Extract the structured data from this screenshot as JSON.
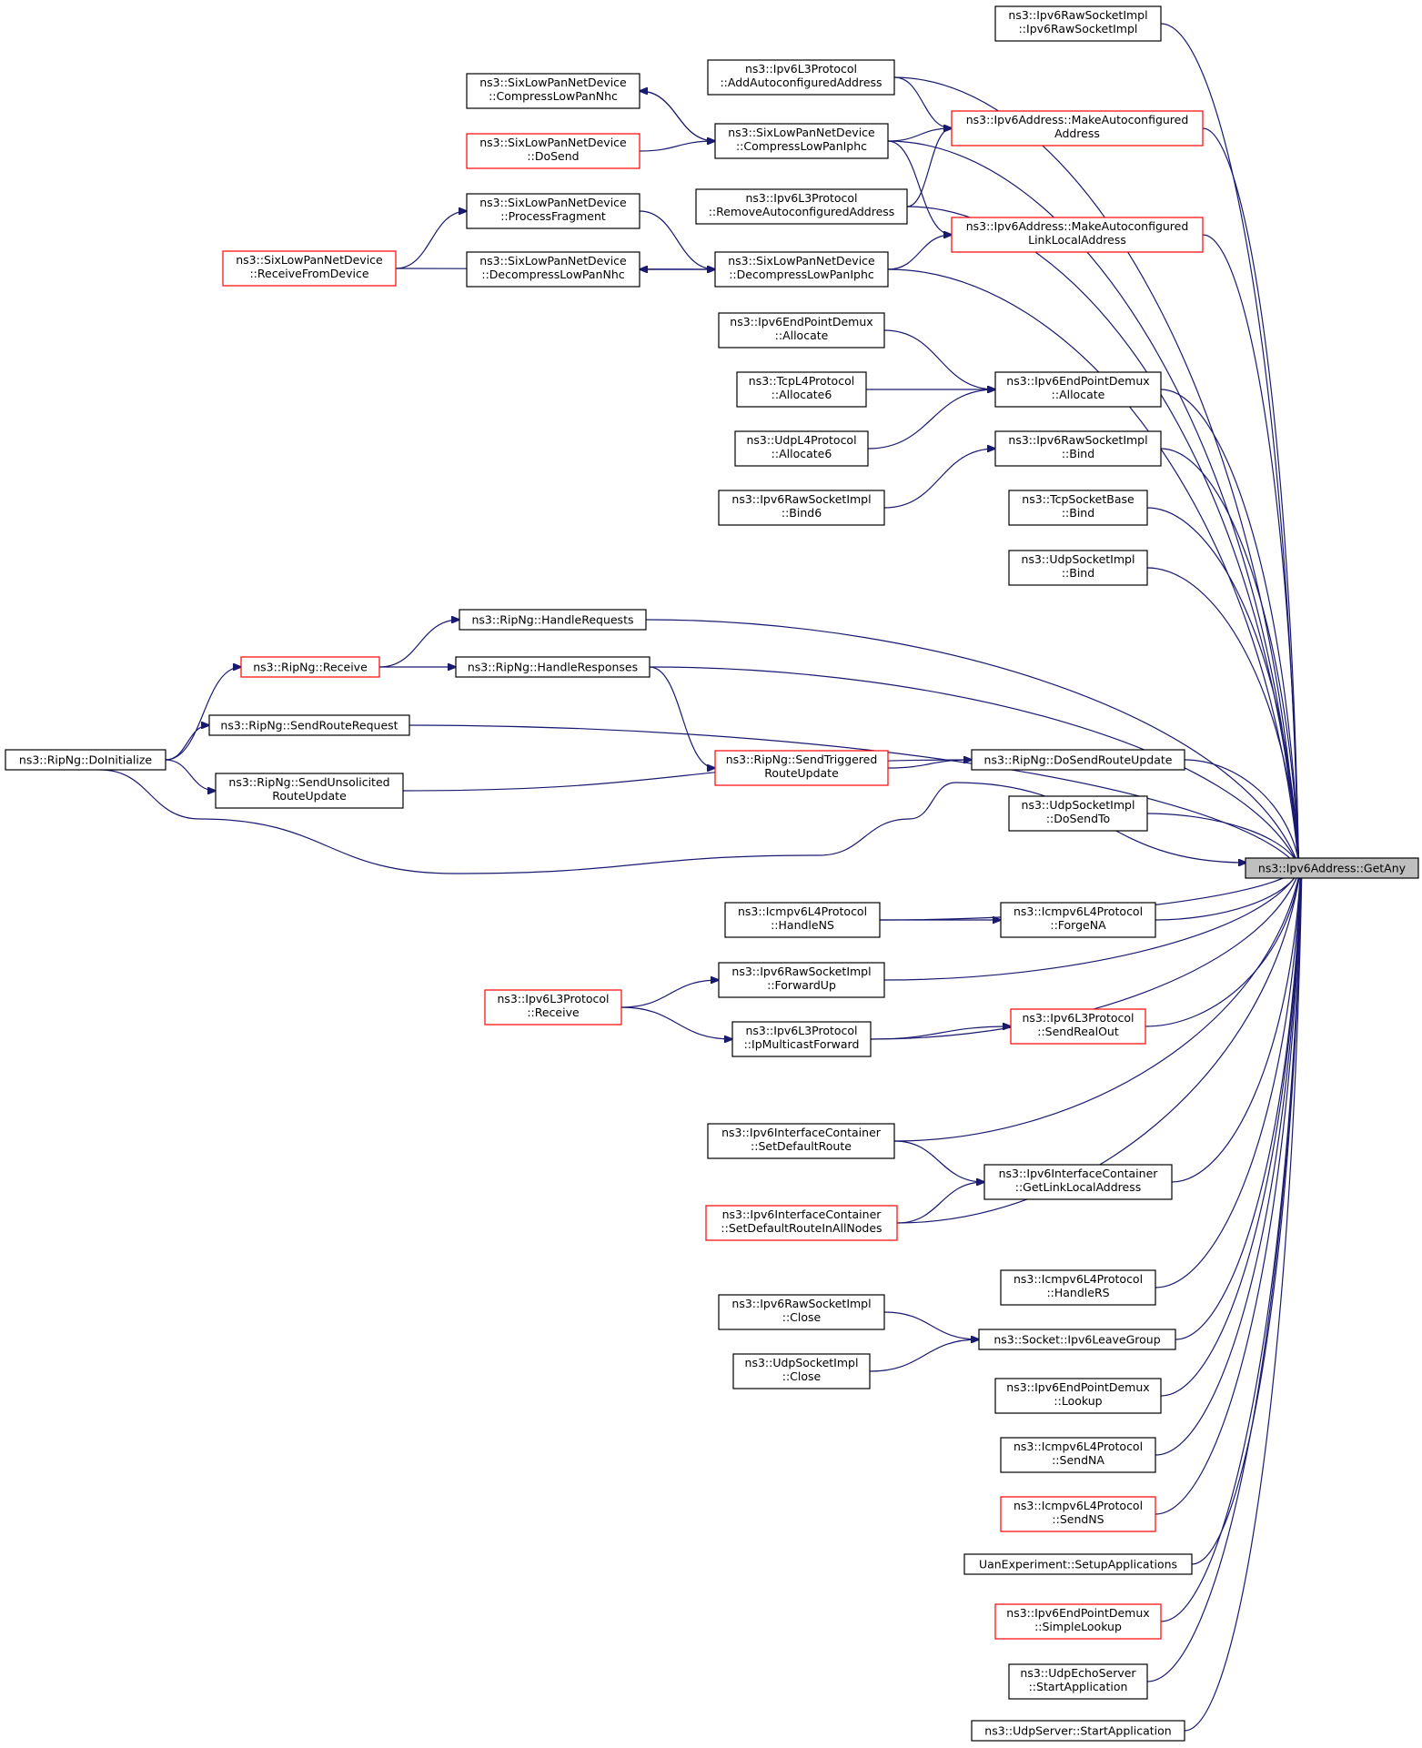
{
  "graph": {
    "target": "ns3::Ipv6Address::GetAny",
    "nodes": [
      {
        "id": "n_getany",
        "lines": [
          "ns3::Ipv6Address::GetAny"
        ],
        "style": "target"
      },
      {
        "id": "n_rawctor",
        "lines": [
          "ns3::Ipv6RawSocketImpl",
          "::Ipv6RawSocketImpl"
        ],
        "style": "normal"
      },
      {
        "id": "n_addauto",
        "lines": [
          "ns3::Ipv6L3Protocol",
          "::AddAutoconfiguredAddress"
        ],
        "style": "normal"
      },
      {
        "id": "n_cnhc",
        "lines": [
          "ns3::SixLowPanNetDevice",
          "::CompressLowPanNhc"
        ],
        "style": "normal"
      },
      {
        "id": "n_mkauto",
        "lines": [
          "ns3::Ipv6Address::MakeAutoconfigured",
          "Address"
        ],
        "style": "red"
      },
      {
        "id": "n_ciphc",
        "lines": [
          "ns3::SixLowPanNetDevice",
          "::CompressLowPanIphc"
        ],
        "style": "normal"
      },
      {
        "id": "n_dosend",
        "lines": [
          "ns3::SixLowPanNetDevice",
          "::DoSend"
        ],
        "style": "red"
      },
      {
        "id": "n_rmauto",
        "lines": [
          "ns3::Ipv6L3Protocol",
          "::RemoveAutoconfiguredAddress"
        ],
        "style": "normal"
      },
      {
        "id": "n_pfrag",
        "lines": [
          "ns3::SixLowPanNetDevice",
          "::ProcessFragment"
        ],
        "style": "normal"
      },
      {
        "id": "n_mkll",
        "lines": [
          "ns3::Ipv6Address::MakeAutoconfigured",
          "LinkLocalAddress"
        ],
        "style": "red"
      },
      {
        "id": "n_rfd",
        "lines": [
          "ns3::SixLowPanNetDevice",
          "::ReceiveFromDevice"
        ],
        "style": "red"
      },
      {
        "id": "n_dnhc",
        "lines": [
          "ns3::SixLowPanNetDevice",
          "::DecompressLowPanNhc"
        ],
        "style": "normal"
      },
      {
        "id": "n_diphc",
        "lines": [
          "ns3::SixLowPanNetDevice",
          "::DecompressLowPanIphc"
        ],
        "style": "normal"
      },
      {
        "id": "n_epdalloc1",
        "lines": [
          "ns3::Ipv6EndPointDemux",
          "::Allocate"
        ],
        "style": "normal"
      },
      {
        "id": "n_epdalloc",
        "lines": [
          "ns3::Ipv6EndPointDemux",
          "::Allocate"
        ],
        "style": "normal"
      },
      {
        "id": "n_tcpalloc6",
        "lines": [
          "ns3::TcpL4Protocol",
          "::Allocate6"
        ],
        "style": "normal"
      },
      {
        "id": "n_udpalloc6",
        "lines": [
          "ns3::UdpL4Protocol",
          "::Allocate6"
        ],
        "style": "normal"
      },
      {
        "id": "n_rawbind",
        "lines": [
          "ns3::Ipv6RawSocketImpl",
          "::Bind"
        ],
        "style": "normal"
      },
      {
        "id": "n_rawbind6",
        "lines": [
          "ns3::Ipv6RawSocketImpl",
          "::Bind6"
        ],
        "style": "normal"
      },
      {
        "id": "n_tcpbind",
        "lines": [
          "ns3::TcpSocketBase",
          "::Bind"
        ],
        "style": "normal"
      },
      {
        "id": "n_udpbind",
        "lines": [
          "ns3::UdpSocketImpl",
          "::Bind"
        ],
        "style": "normal"
      },
      {
        "id": "n_hreq",
        "lines": [
          "ns3::RipNg::HandleRequests"
        ],
        "style": "normal"
      },
      {
        "id": "n_recv",
        "lines": [
          "ns3::RipNg::Receive"
        ],
        "style": "red"
      },
      {
        "id": "n_hresp",
        "lines": [
          "ns3::RipNg::HandleResponses"
        ],
        "style": "normal"
      },
      {
        "id": "n_sreq",
        "lines": [
          "ns3::RipNg::SendRouteRequest"
        ],
        "style": "normal"
      },
      {
        "id": "n_doinit",
        "lines": [
          "ns3::RipNg::DoInitialize"
        ],
        "style": "normal"
      },
      {
        "id": "n_strig",
        "lines": [
          "ns3::RipNg::SendTriggered",
          "RouteUpdate"
        ],
        "style": "red"
      },
      {
        "id": "n_dsru",
        "lines": [
          "ns3::RipNg::DoSendRouteUpdate"
        ],
        "style": "normal"
      },
      {
        "id": "n_sunsol",
        "lines": [
          "ns3::RipNg::SendUnsolicited",
          "RouteUpdate"
        ],
        "style": "normal"
      },
      {
        "id": "n_udpdst",
        "lines": [
          "ns3::UdpSocketImpl",
          "::DoSendTo"
        ],
        "style": "normal"
      },
      {
        "id": "n_hns",
        "lines": [
          "ns3::Icmpv6L4Protocol",
          "::HandleNS"
        ],
        "style": "normal"
      },
      {
        "id": "n_forgena",
        "lines": [
          "ns3::Icmpv6L4Protocol",
          "::ForgeNA"
        ],
        "style": "normal"
      },
      {
        "id": "n_fwdup",
        "lines": [
          "ns3::Ipv6RawSocketImpl",
          "::ForwardUp"
        ],
        "style": "normal"
      },
      {
        "id": "n_l3recv",
        "lines": [
          "ns3::Ipv6L3Protocol",
          "::Receive"
        ],
        "style": "red"
      },
      {
        "id": "n_sro",
        "lines": [
          "ns3::Ipv6L3Protocol",
          "::SendRealOut"
        ],
        "style": "red"
      },
      {
        "id": "n_ipmf",
        "lines": [
          "ns3::Ipv6L3Protocol",
          "::IpMulticastForward"
        ],
        "style": "normal"
      },
      {
        "id": "n_setdr",
        "lines": [
          "ns3::Ipv6InterfaceContainer",
          "::SetDefaultRoute"
        ],
        "style": "normal"
      },
      {
        "id": "n_getll",
        "lines": [
          "ns3::Ipv6InterfaceContainer",
          "::GetLinkLocalAddress"
        ],
        "style": "normal"
      },
      {
        "id": "n_setdrall",
        "lines": [
          "ns3::Ipv6InterfaceContainer",
          "::SetDefaultRouteInAllNodes"
        ],
        "style": "red"
      },
      {
        "id": "n_hrs",
        "lines": [
          "ns3::Icmpv6L4Protocol",
          "::HandleRS"
        ],
        "style": "normal"
      },
      {
        "id": "n_rawclose",
        "lines": [
          "ns3::Ipv6RawSocketImpl",
          "::Close"
        ],
        "style": "normal"
      },
      {
        "id": "n_leave",
        "lines": [
          "ns3::Socket::Ipv6LeaveGroup"
        ],
        "style": "normal"
      },
      {
        "id": "n_udpclose",
        "lines": [
          "ns3::UdpSocketImpl",
          "::Close"
        ],
        "style": "normal"
      },
      {
        "id": "n_lookup",
        "lines": [
          "ns3::Ipv6EndPointDemux",
          "::Lookup"
        ],
        "style": "normal"
      },
      {
        "id": "n_sendna",
        "lines": [
          "ns3::Icmpv6L4Protocol",
          "::SendNA"
        ],
        "style": "normal"
      },
      {
        "id": "n_sendns",
        "lines": [
          "ns3::Icmpv6L4Protocol",
          "::SendNS"
        ],
        "style": "red"
      },
      {
        "id": "n_uan",
        "lines": [
          "UanExperiment::SetupApplications"
        ],
        "style": "normal"
      },
      {
        "id": "n_slookup",
        "lines": [
          "ns3::Ipv6EndPointDemux",
          "::SimpleLookup"
        ],
        "style": "red"
      },
      {
        "id": "n_echo",
        "lines": [
          "ns3::UdpEchoServer",
          "::StartApplication"
        ],
        "style": "normal"
      },
      {
        "id": "n_udpsrv",
        "lines": [
          "ns3::UdpServer::StartApplication"
        ],
        "style": "normal"
      }
    ],
    "edges": [
      {
        "from": "n_rawctor",
        "to": "n_getany"
      },
      {
        "from": "n_addauto",
        "to": "n_getany"
      },
      {
        "from": "n_mkauto",
        "to": "n_getany"
      },
      {
        "from": "n_ciphc",
        "to": "n_getany"
      },
      {
        "from": "n_rmauto",
        "to": "n_getany"
      },
      {
        "from": "n_mkll",
        "to": "n_getany"
      },
      {
        "from": "n_diphc",
        "to": "n_getany"
      },
      {
        "from": "n_epdalloc",
        "to": "n_getany"
      },
      {
        "from": "n_rawbind",
        "to": "n_getany"
      },
      {
        "from": "n_tcpbind",
        "to": "n_getany"
      },
      {
        "from": "n_udpbind",
        "to": "n_getany"
      },
      {
        "from": "n_hreq",
        "to": "n_getany"
      },
      {
        "from": "n_hresp",
        "to": "n_getany"
      },
      {
        "from": "n_sreq",
        "to": "n_getany"
      },
      {
        "from": "n_dsru",
        "to": "n_getany"
      },
      {
        "from": "n_udpdst",
        "to": "n_getany"
      },
      {
        "from": "n_hns",
        "to": "n_getany"
      },
      {
        "from": "n_forgena",
        "to": "n_getany"
      },
      {
        "from": "n_fwdup",
        "to": "n_getany"
      },
      {
        "from": "n_sro",
        "to": "n_getany"
      },
      {
        "from": "n_ipmf",
        "to": "n_getany"
      },
      {
        "from": "n_setdr",
        "to": "n_getany"
      },
      {
        "from": "n_getll",
        "to": "n_getany"
      },
      {
        "from": "n_setdrall",
        "to": "n_getany"
      },
      {
        "from": "n_hrs",
        "to": "n_getany"
      },
      {
        "from": "n_leave",
        "to": "n_getany"
      },
      {
        "from": "n_lookup",
        "to": "n_getany"
      },
      {
        "from": "n_sendna",
        "to": "n_getany"
      },
      {
        "from": "n_sendns",
        "to": "n_getany"
      },
      {
        "from": "n_uan",
        "to": "n_getany"
      },
      {
        "from": "n_slookup",
        "to": "n_getany"
      },
      {
        "from": "n_echo",
        "to": "n_getany"
      },
      {
        "from": "n_udpsrv",
        "to": "n_getany"
      },
      {
        "from": "n_doinit",
        "to": "n_getany"
      },
      {
        "from": "n_addauto",
        "to": "n_mkauto"
      },
      {
        "from": "n_ciphc",
        "to": "n_mkauto"
      },
      {
        "from": "n_rmauto",
        "to": "n_mkauto"
      },
      {
        "from": "n_ciphc",
        "to": "n_mkll"
      },
      {
        "from": "n_diphc",
        "to": "n_mkll"
      },
      {
        "from": "n_cnhc",
        "to": "n_ciphc"
      },
      {
        "from": "n_dosend",
        "to": "n_ciphc"
      },
      {
        "from": "n_ciphc",
        "to": "n_cnhc"
      },
      {
        "from": "n_rfd",
        "to": "n_pfrag"
      },
      {
        "from": "n_pfrag",
        "to": "n_diphc"
      },
      {
        "from": "n_dnhc",
        "to": "n_diphc"
      },
      {
        "from": "n_rfd",
        "to": "n_diphc"
      },
      {
        "from": "n_diphc",
        "to": "n_dnhc"
      },
      {
        "from": "n_epdalloc1",
        "to": "n_epdalloc"
      },
      {
        "from": "n_tcpalloc6",
        "to": "n_epdalloc"
      },
      {
        "from": "n_udpalloc6",
        "to": "n_epdalloc"
      },
      {
        "from": "n_rawbind6",
        "to": "n_rawbind"
      },
      {
        "from": "n_recv",
        "to": "n_hreq"
      },
      {
        "from": "n_recv",
        "to": "n_hresp"
      },
      {
        "from": "n_doinit",
        "to": "n_recv"
      },
      {
        "from": "n_doinit",
        "to": "n_sreq"
      },
      {
        "from": "n_doinit",
        "to": "n_sunsol"
      },
      {
        "from": "n_hresp",
        "to": "n_strig"
      },
      {
        "from": "n_strig",
        "to": "n_dsru"
      },
      {
        "from": "n_sunsol",
        "to": "n_dsru"
      },
      {
        "from": "n_hns",
        "to": "n_forgena"
      },
      {
        "from": "n_l3recv",
        "to": "n_fwdup"
      },
      {
        "from": "n_l3recv",
        "to": "n_ipmf"
      },
      {
        "from": "n_ipmf",
        "to": "n_sro"
      },
      {
        "from": "n_setdr",
        "to": "n_getll"
      },
      {
        "from": "n_setdrall",
        "to": "n_getll"
      },
      {
        "from": "n_rawclose",
        "to": "n_leave"
      },
      {
        "from": "n_udpclose",
        "to": "n_leave"
      }
    ]
  }
}
